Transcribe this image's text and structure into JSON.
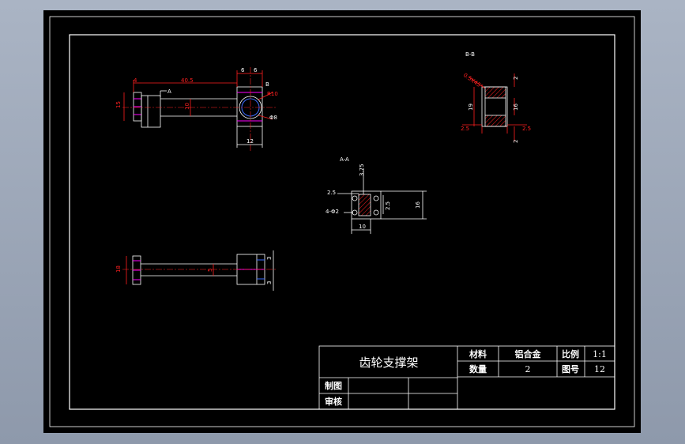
{
  "views": {
    "section_aa": "A-A",
    "section_bb": "B-B",
    "marker_a": "A",
    "marker_b": "B"
  },
  "dims": {
    "front_top_small": "4",
    "front_top_length": "40.5",
    "front_top_6a": "6",
    "front_top_6b": "6",
    "front_left_height": "15",
    "front_shaft_dia": "10",
    "front_hole_r": "R10",
    "front_hole_phi": "Φ8",
    "front_bottom_12": "12",
    "side_left_height": "18",
    "side_shaft": "5",
    "side_right_top": "3",
    "side_right_bottom": "3",
    "aa_top": "3.75",
    "aa_left": "2.5",
    "aa_hole_note": "4-Φ2",
    "aa_inner": "2.5",
    "aa_right": "16",
    "aa_bottom": "10",
    "bb_chamfer": "0.5X45°",
    "bb_top_right": "2",
    "bb_left_height": "19",
    "bb_right_inner": "16",
    "bb_bottom_left": "2.5",
    "bb_bottom_right": "2.5",
    "bb_bottom_small": "2"
  },
  "title_block": {
    "title": "齿轮支撑架",
    "material_label": "材料",
    "material_value": "铝合金",
    "scale_label": "比例",
    "scale_value": "1:1",
    "quantity_label": "数量",
    "quantity_value": "2",
    "drawing_no_label": "图号",
    "drawing_no_value": "12",
    "drawn_label": "制图",
    "checked_label": "审核"
  }
}
